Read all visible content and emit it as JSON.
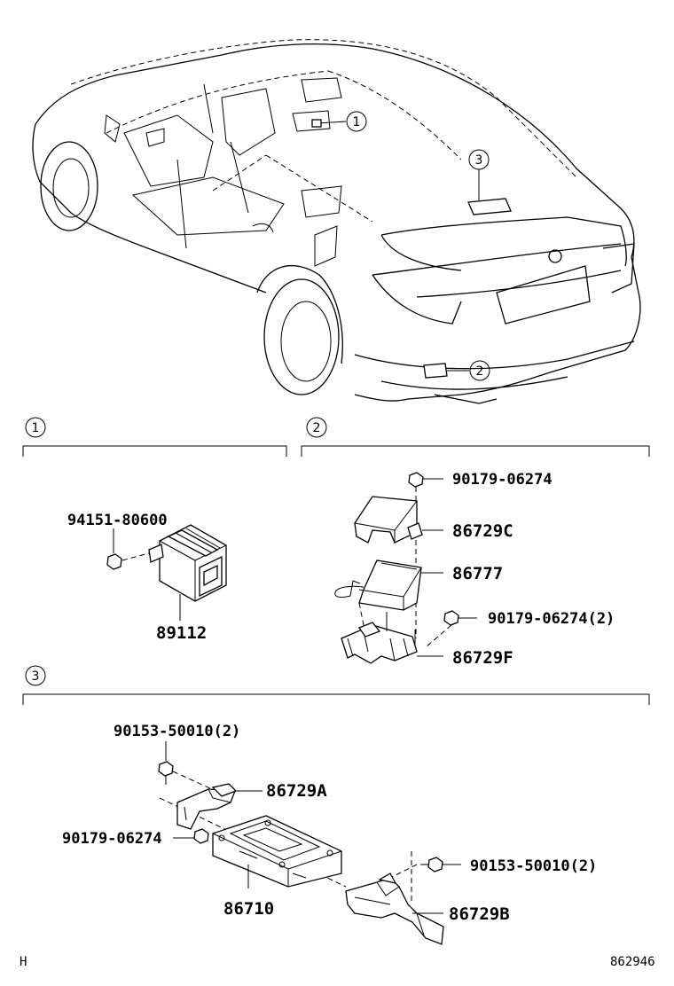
{
  "callouts": {
    "c1": "1",
    "c2": "2",
    "c3": "3"
  },
  "sections": [
    {
      "id": "1",
      "label": "1"
    },
    {
      "id": "2",
      "label": "2"
    },
    {
      "id": "3",
      "label": "3"
    }
  ],
  "parts": {
    "s1": {
      "p94151": "94151-80600",
      "p89112": "89112"
    },
    "s2": {
      "p90179a": "90179-06274",
      "p86729C": "86729C",
      "p86777": "86777",
      "p90179b": "90179-06274(2)",
      "p86729F": "86729F"
    },
    "s3": {
      "p90153a": "90153-50010(2)",
      "p86729A": "86729A",
      "p90179c": "90179-06274",
      "p86710": "86710",
      "p90153b": "90153-50010(2)",
      "p86729B": "86729B"
    }
  },
  "footer": {
    "left": "H",
    "right": "862946"
  }
}
